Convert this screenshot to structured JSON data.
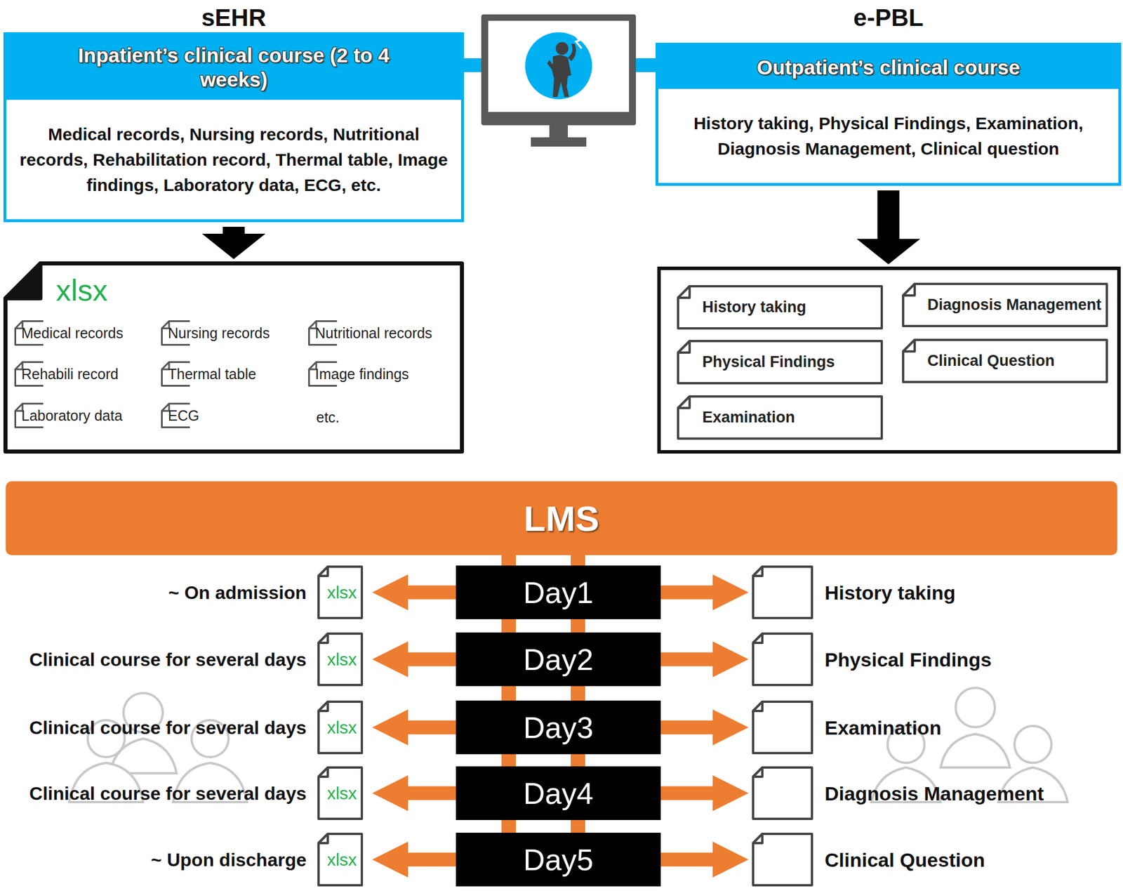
{
  "diagram": {
    "nodes": [
      {
        "text": [
          "sEHR",
          "Inpatient’s clinical course (2 to 4 weeks)",
          "Medical records, Nursing records, Nutritional records, Rehabilitation record, Thermal table, Image findings, Laboratory data, ECG, etc."
        ]
      },
      {
        "text": [
          "e-PBL",
          "Outpatient’s clinical course",
          "History taking, Physical Findings, Examination, Diagnosis Management, Clinical question"
        ]
      },
      {
        "text": [
          "xlsx",
          "etc."
        ]
      },
      {
        "text": [
          "Medical records"
        ],
        "in": 2
      },
      {
        "text": [
          "Nursing records"
        ],
        "in": 2
      },
      {
        "text": [
          "Nutritional records"
        ],
        "in": 2
      },
      {
        "text": [
          "Rehabili record"
        ],
        "in": 2
      },
      {
        "text": [
          "Thermal table"
        ],
        "in": 2
      },
      {
        "text": [
          "Image findings"
        ],
        "in": 2
      },
      {
        "text": [
          "Laboratory data"
        ],
        "in": 2
      },
      {
        "text": [
          "ECG"
        ],
        "in": 2
      },
      {
        "text": []
      },
      {
        "text": [
          "History taking"
        ],
        "in": 11
      },
      {
        "text": [
          "Diagnosis Management"
        ],
        "in": 11
      },
      {
        "text": [
          "Physical Findings"
        ],
        "in": 11
      },
      {
        "text": [
          "Clinical Question"
        ],
        "in": 11
      },
      {
        "text": [
          "Examination"
        ],
        "in": 11
      },
      {
        "text": [
          "LMS"
        ]
      },
      {
        "text": [
          "Day1"
        ]
      },
      {
        "text": [
          "Day2"
        ]
      },
      {
        "text": [
          "Day3"
        ]
      },
      {
        "text": [
          "Day4"
        ]
      },
      {
        "text": [
          "Day5"
        ]
      },
      {
        "text": [
          "xlsx",
          "~ On admission"
        ]
      },
      {
        "text": [
          "xlsx",
          "Clinical course for several days"
        ]
      },
      {
        "text": [
          "xlsx",
          "Clinical course for several days"
        ]
      },
      {
        "text": [
          "xlsx",
          "Clinical course for several days"
        ]
      },
      {
        "text": [
          "xlsx",
          "~ Upon discharge"
        ]
      },
      {
        "text": [
          "History taking"
        ]
      },
      {
        "text": [
          "Physical Findings"
        ]
      },
      {
        "text": [
          "Examination"
        ]
      },
      {
        "text": [
          "Diagnosis Management"
        ]
      },
      {
        "text": [
          "Clinical Question"
        ]
      }
    ],
    "edges": [
      {
        "from": 0,
        "to": 1,
        "arrow": "none"
      },
      {
        "from": 0,
        "to": 2,
        "arrow": "to"
      },
      {
        "from": 1,
        "to": 11,
        "arrow": "to"
      },
      {
        "from": 17,
        "to": 18,
        "arrow": "none"
      },
      {
        "from": 18,
        "to": 19,
        "arrow": "none"
      },
      {
        "from": 19,
        "to": 20,
        "arrow": "none"
      },
      {
        "from": 20,
        "to": 21,
        "arrow": "none"
      },
      {
        "from": 21,
        "to": 22,
        "arrow": "none"
      },
      {
        "from": 18,
        "to": 23,
        "arrow": "to"
      },
      {
        "from": 19,
        "to": 24,
        "arrow": "to"
      },
      {
        "from": 20,
        "to": 25,
        "arrow": "to"
      },
      {
        "from": 21,
        "to": 26,
        "arrow": "to"
      },
      {
        "from": 22,
        "to": 27,
        "arrow": "to"
      },
      {
        "from": 18,
        "to": 28,
        "arrow": "to"
      },
      {
        "from": 19,
        "to": 29,
        "arrow": "to"
      },
      {
        "from": 20,
        "to": 30,
        "arrow": "to"
      },
      {
        "from": 21,
        "to": 31,
        "arrow": "to"
      },
      {
        "from": 22,
        "to": 32,
        "arrow": "to"
      }
    ]
  }
}
